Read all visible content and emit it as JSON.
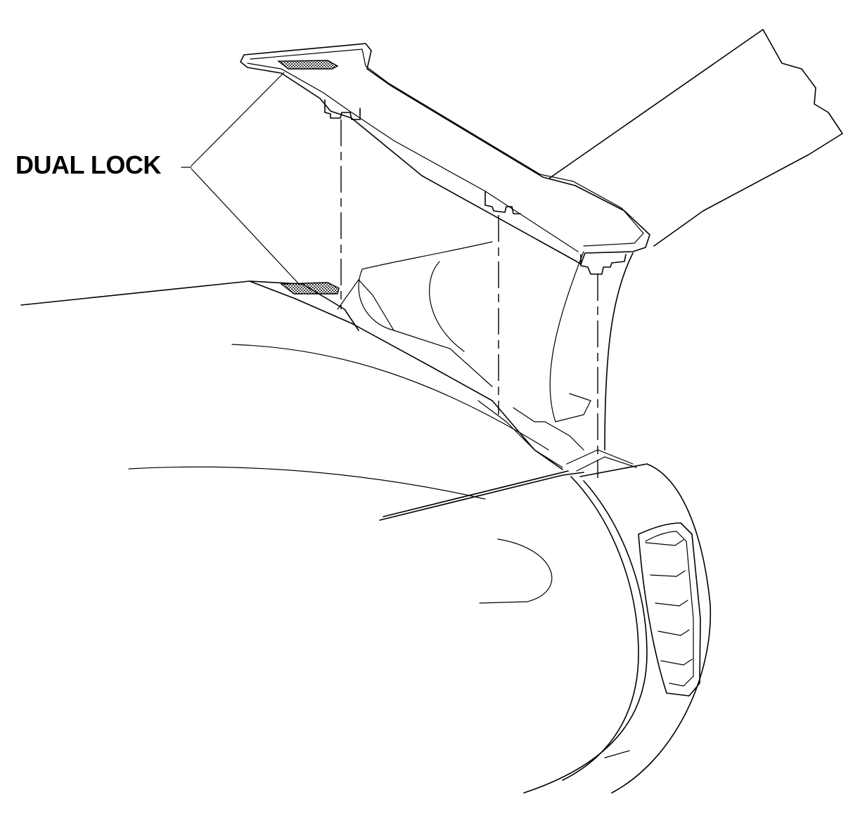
{
  "callout": {
    "label": "DUAL LOCK"
  },
  "parts": {
    "trim_panel": "pillar-trim-panel",
    "fastener_pads": [
      "upper-dual-lock-pad",
      "lower-dual-lock-pad"
    ],
    "clips": [
      "clip-1",
      "clip-2",
      "clip-3"
    ],
    "air_vent": "side-air-vent"
  },
  "colors": {
    "line": "#000000",
    "background": "#ffffff"
  }
}
